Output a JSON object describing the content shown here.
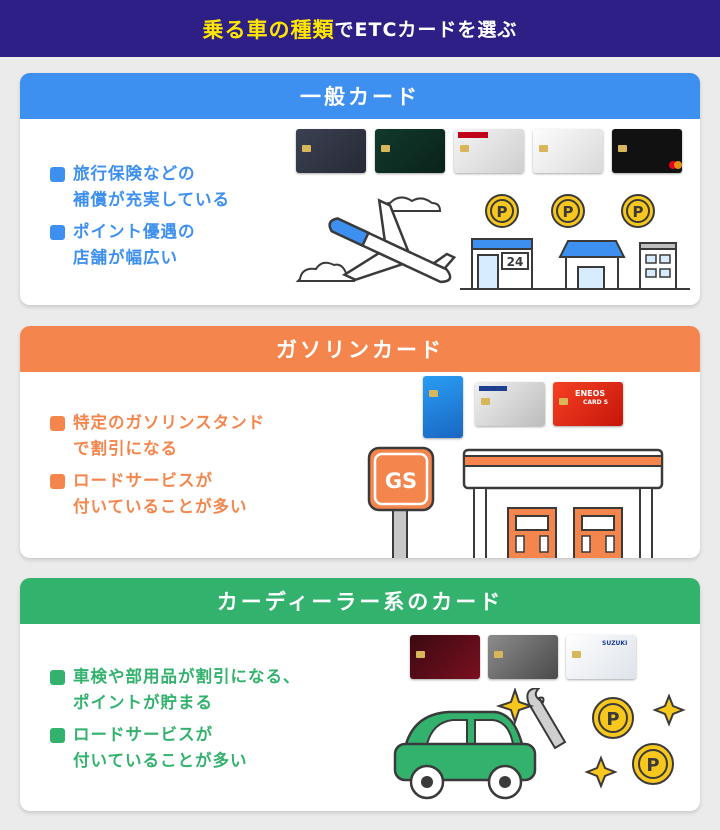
{
  "header": {
    "highlight": "乗る車の種類",
    "rest": "でETCカードを選ぶ"
  },
  "sections": [
    {
      "title": "一般カード",
      "bullets": [
        "旅行保険などの\n補償が充実している",
        "ポイント優遇の\n店舗が幅広い"
      ],
      "color": "#3d8ff0",
      "illustration_text": "24"
    },
    {
      "title": "ガソリンカード",
      "bullets": [
        "特定のガソリンスタンド\nで割引になる",
        "ロードサービスが\n付いていることが多い"
      ],
      "color": "#f4864d",
      "sign_text": "GS",
      "card_text": [
        "ENEOS",
        "CARD S"
      ]
    },
    {
      "title": "カーディーラー系のカード",
      "bullets": [
        "車検や部用品が割引になる、\nポイントが貯まる",
        "ロードサービスが\n付いていることが多い"
      ],
      "color": "#33b26e",
      "card_text": [
        "SUZUKI"
      ]
    }
  ],
  "icons": [
    "airplane-icon",
    "cloud-icon",
    "coin-p-icon",
    "convenience-store-icon",
    "shop-icon",
    "building-icon",
    "gas-station-icon",
    "car-icon",
    "wrench-icon",
    "sparkle-icon"
  ]
}
